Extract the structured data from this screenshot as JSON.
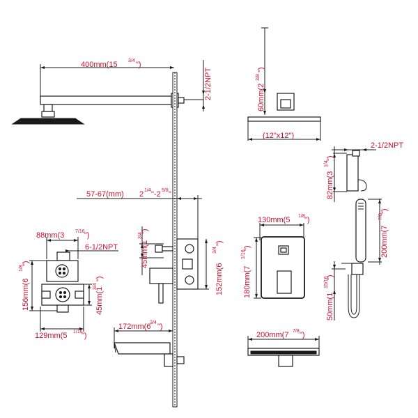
{
  "colors": {
    "dimension_text": "#c8102e",
    "line": "#1a1a1a",
    "background": "#ffffff"
  },
  "labels": {
    "arm_length": "400mm(15",
    "arm_length_frac": "3/4",
    "arm_length_end": "\")",
    "arm_thread": "2-1/2NPT",
    "head_height": "60mm(2",
    "head_height_frac": "3/8",
    "head_height_end": "\")",
    "head_size": "(12\"x12\")",
    "hand_thread": "2-1/2NPT",
    "holder_height": "82mm(3",
    "holder_height_frac": "1/4",
    "holder_height_end": "\")",
    "wall_depth": "57-67(mm)",
    "wall_depth_in": "2",
    "wall_depth_in_frac1": "1/4",
    "wall_depth_in_mid": "\"-2",
    "wall_depth_in_frac2": "5/8",
    "wall_depth_in_end": "\"",
    "valve_width": "88mm(3",
    "valve_width_frac": "7/16",
    "valve_width_end": "\")",
    "valve_thread": "6-1/2NPT",
    "valve_height": "156mm(6",
    "valve_height_frac": "1/8",
    "valve_height_end": "\")",
    "valve_inner": "45mm(1",
    "valve_inner_frac": "3/4",
    "valve_inner_end": "\")",
    "valve_base": "129mm(5",
    "valve_base_frac": "1/16",
    "valve_base_end": "\")",
    "handle_depth": "45mm(1",
    "handle_depth_frac": "3/4",
    "handle_depth_end": "\")",
    "body_height": "152mm(6",
    "body_height_frac": "3/4",
    "body_height_end": "\")",
    "trim_width": "130mm(5",
    "trim_width_frac": "1/8",
    "trim_width_end": "\")",
    "trim_height": "180mm(7",
    "trim_height_frac": "1/16",
    "trim_height_end": "\")",
    "spout_length": "172mm(6",
    "spout_length_frac": "3/4",
    "spout_length_end": "\")",
    "hand_length": "200mm(7",
    "hand_length_frac": "7/8",
    "hand_length_end": "\")",
    "elbow_height": "50mm(1",
    "elbow_height_frac": "15/16",
    "elbow_height_end": "\")",
    "spout_width": "200mm(7",
    "spout_width_frac": "7/8",
    "spout_width_end": "\")"
  }
}
